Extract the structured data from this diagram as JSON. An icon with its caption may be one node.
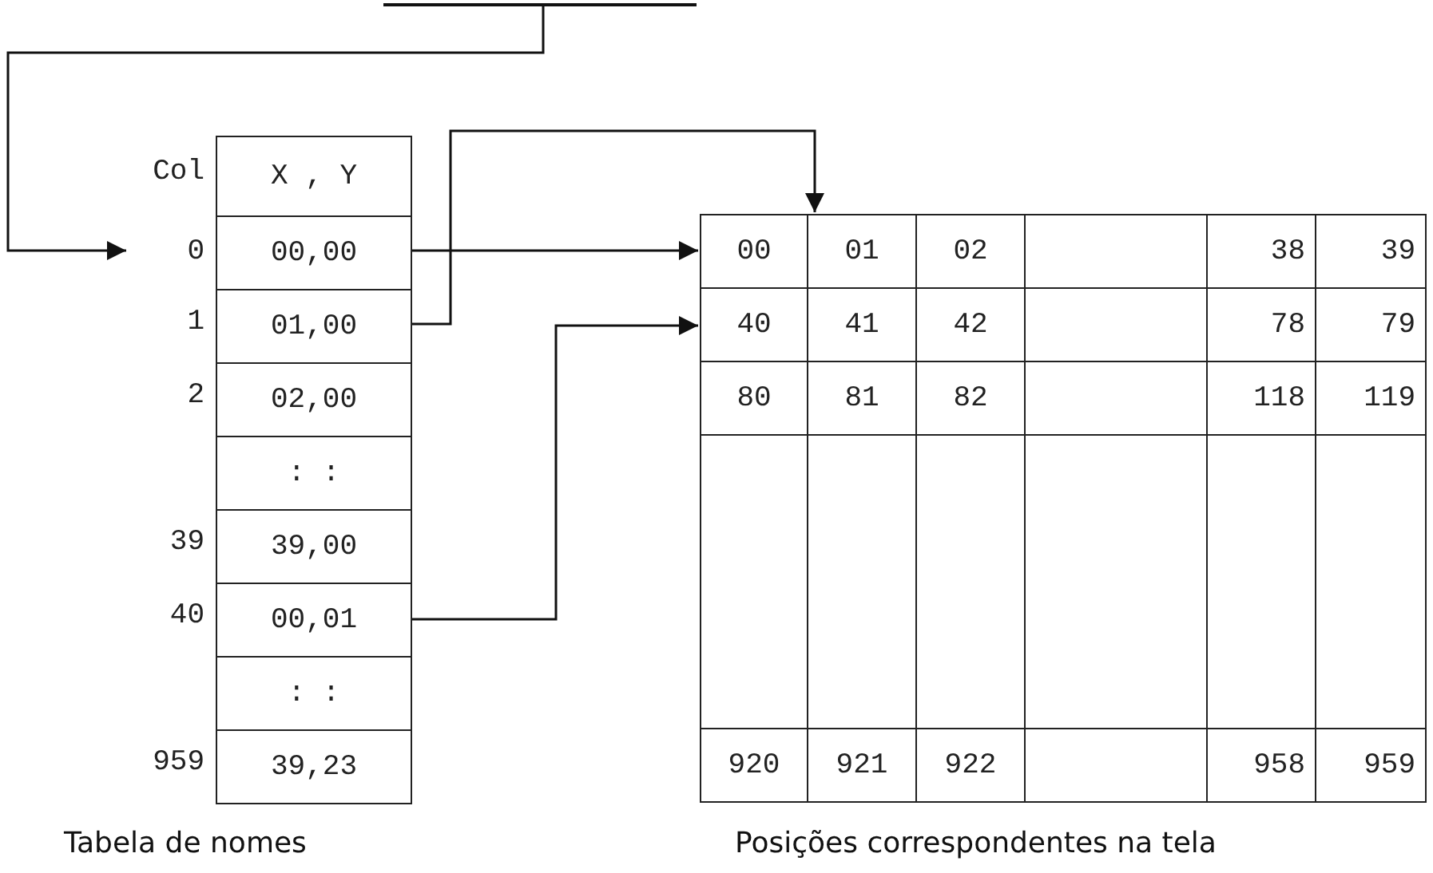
{
  "diagram": {
    "nodes": [
      {
        "text": [],
        "shape": "bar"
      },
      {
        "text": [
          "0"
        ]
      },
      {
        "text": [
          "X , Y"
        ]
      },
      {
        "text": [
          "00,00"
        ]
      },
      {
        "text": [
          "01,00"
        ]
      },
      {
        "text": [
          "02,00"
        ]
      },
      {
        "text": [
          ": :"
        ]
      },
      {
        "text": [
          "39,00"
        ]
      },
      {
        "text": [
          "00,01"
        ]
      },
      {
        "text": [
          ": :"
        ]
      },
      {
        "text": [
          "39,23"
        ]
      },
      {
        "text": [
          "00"
        ]
      },
      {
        "text": [
          "01"
        ]
      },
      {
        "text": [
          "02"
        ]
      },
      {
        "text": [],
        "shape": "box"
      },
      {
        "text": [
          "38"
        ]
      },
      {
        "text": [
          "39"
        ]
      },
      {
        "text": [
          "40"
        ]
      },
      {
        "text": [
          "41"
        ]
      },
      {
        "text": [
          "42"
        ]
      },
      {
        "text": [],
        "shape": "box"
      },
      {
        "text": [
          "78"
        ]
      },
      {
        "text": [
          "79"
        ]
      },
      {
        "text": [
          "80"
        ]
      },
      {
        "text": [
          "81"
        ]
      },
      {
        "text": [
          "82"
        ]
      },
      {
        "text": [],
        "shape": "box"
      },
      {
        "text": [
          "118"
        ]
      },
      {
        "text": [
          "119"
        ]
      },
      {
        "text": [],
        "shape": "box"
      },
      {
        "text": [],
        "shape": "box"
      },
      {
        "text": [],
        "shape": "box"
      },
      {
        "text": [],
        "shape": "box"
      },
      {
        "text": [],
        "shape": "box"
      },
      {
        "text": [],
        "shape": "box"
      },
      {
        "text": [
          "920"
        ]
      },
      {
        "text": [
          "921"
        ]
      },
      {
        "text": [
          "922"
        ]
      },
      {
        "text": [],
        "shape": "box"
      },
      {
        "text": [
          "958"
        ]
      },
      {
        "text": [
          "959"
        ]
      }
    ],
    "edges": [
      {
        "from": 0,
        "to": 1,
        "arrow": "to"
      },
      {
        "from": 3,
        "to": 11,
        "arrow": "to"
      },
      {
        "from": 4,
        "to": 12,
        "arrow": "to"
      },
      {
        "from": 8,
        "to": 17,
        "arrow": "to"
      }
    ],
    "labels": [
      "Col",
      "1",
      "2",
      "39",
      "40",
      "959",
      "Tabela de nomes",
      "Posições correspondentes na tela"
    ]
  }
}
